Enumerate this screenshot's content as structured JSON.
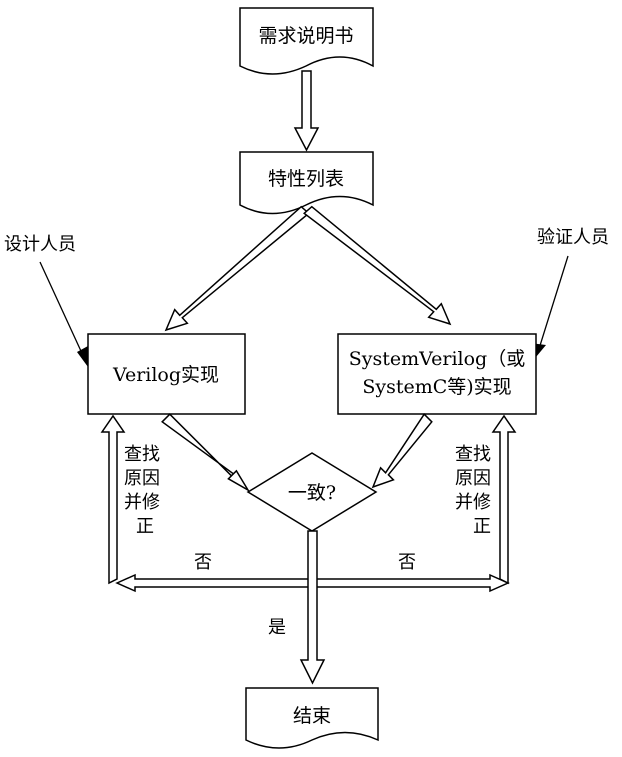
{
  "nodes": {
    "requirements_doc": "需求说明书",
    "feature_list": "特性列表",
    "verilog_impl": "Verilog实现",
    "sv_impl_line1": "SystemVerilog（或",
    "sv_impl_line2": "SystemC等)实现",
    "decision": "一致?",
    "end": "结束"
  },
  "roles": {
    "designer": "设计人员",
    "verifier": "验证人员"
  },
  "feedback": {
    "left": [
      "查找",
      "原因",
      "并修",
      "正"
    ],
    "right": [
      "查找",
      "原因",
      "并修",
      "正"
    ]
  },
  "branch_labels": {
    "no_left": "否",
    "no_right": "否",
    "yes": "是"
  }
}
